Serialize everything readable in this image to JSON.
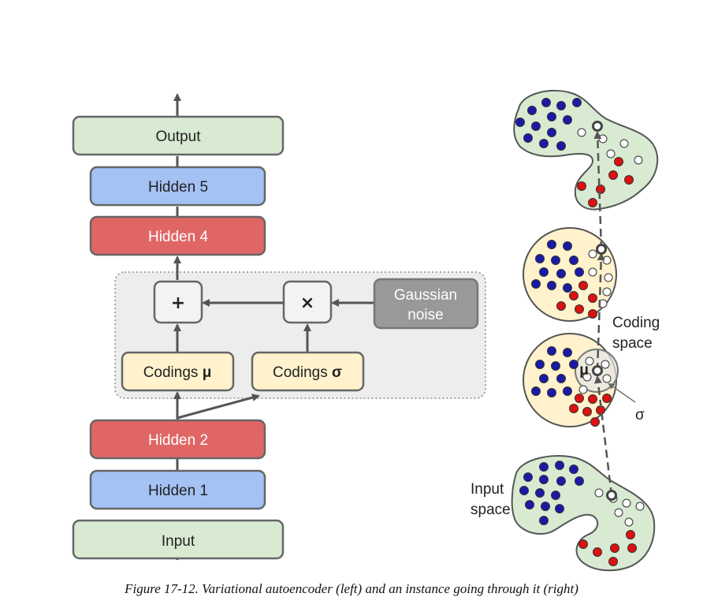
{
  "diagram": {
    "layers": {
      "output": "Output",
      "hidden5": "Hidden 5",
      "hidden4": "Hidden 4",
      "hidden2": "Hidden 2",
      "hidden1": "Hidden 1",
      "input": "Input"
    },
    "ops": {
      "plus": "+",
      "times": "×"
    },
    "gaussian_noise": [
      "Gaussian",
      "noise"
    ],
    "codings_mu": {
      "text": "Codings ",
      "symbol": "μ"
    },
    "codings_sigma": {
      "text": "Codings ",
      "symbol": "σ"
    }
  },
  "right": {
    "coding_space": [
      "Coding",
      "space"
    ],
    "mu_label": "μ",
    "sigma_label": "σ",
    "input_space": [
      "Input",
      "space"
    ]
  },
  "colors": {
    "green_fill": "#d9ead3",
    "blue_fill": "#a4c2f4",
    "red_fill": "#e06666",
    "yellow_fill": "#fff2cc",
    "gray_box": "#999999",
    "op_box": "#f3f3f3",
    "panel": "#ededed",
    "dot_blue": "#1a1aa6",
    "dot_red": "#dd1111"
  },
  "caption": "Figure 17-12. Variational autoencoder (left) and an instance going through it (right)"
}
